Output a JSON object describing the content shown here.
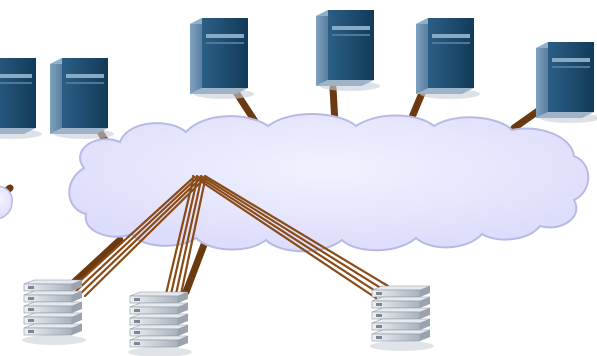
{
  "diagram": {
    "title": "",
    "colors": {
      "cloud_fill": "#e7e7ff",
      "cloud_edge": "#b9b9e6",
      "link": "#6b3a11",
      "server_dark": "#1e4f72",
      "server_light": "#6f93b3",
      "storage_gray": "#c9ced6"
    },
    "servers": [
      {
        "id": "server-1",
        "icon": "tower-server-icon"
      },
      {
        "id": "server-2",
        "icon": "tower-server-icon"
      },
      {
        "id": "server-3",
        "icon": "tower-server-icon"
      },
      {
        "id": "server-4",
        "icon": "tower-server-icon"
      },
      {
        "id": "server-5",
        "icon": "tower-server-icon"
      },
      {
        "id": "server-6",
        "icon": "tower-server-icon"
      }
    ],
    "storage_devices": [
      {
        "id": "storage-1",
        "icon": "storage-array-icon"
      },
      {
        "id": "storage-2",
        "icon": "storage-array-icon"
      },
      {
        "id": "storage-3",
        "icon": "storage-array-icon"
      }
    ],
    "network": {
      "icon": "network-cloud-icon"
    }
  }
}
